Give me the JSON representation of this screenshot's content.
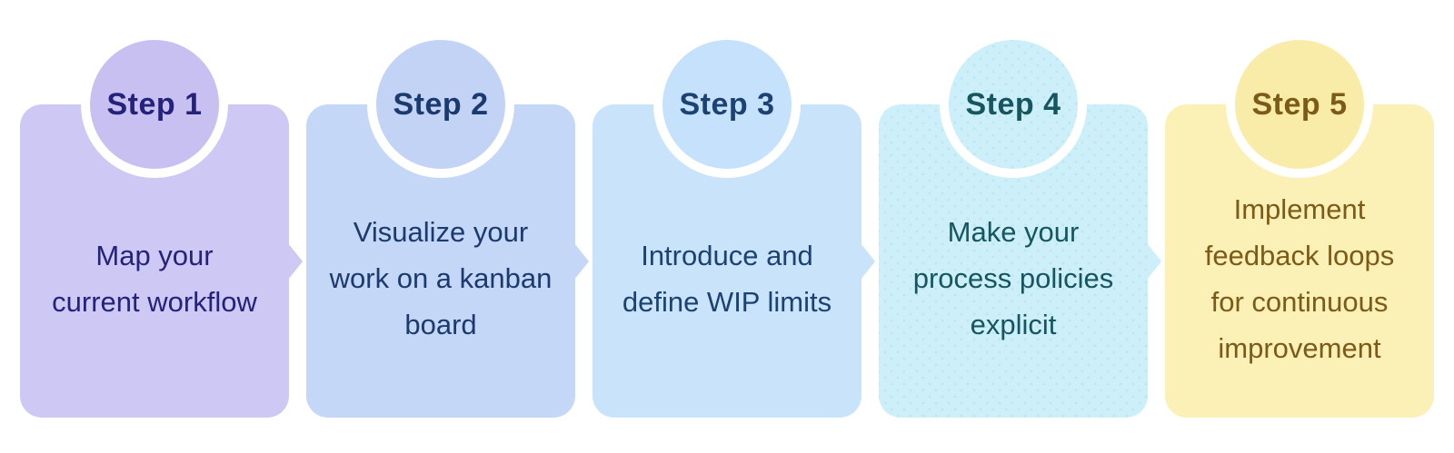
{
  "figure": {
    "type": "process-steps",
    "background_color": "#ffffff",
    "step_count": 5,
    "connector_shape": "right-arrow"
  },
  "steps": [
    {
      "title": "Step 1",
      "caption": "Map your\ncurrent workflow",
      "card_color": "#cec9f4",
      "circle_color": "#c7c0f1",
      "text_color": "#24227b",
      "textured": false
    },
    {
      "title": "Step 2",
      "caption": "Visualize your\nwork on a kanban\nboard",
      "card_color": "#c5d7f7",
      "circle_color": "#c2d3f6",
      "text_color": "#1b3a6e",
      "textured": false
    },
    {
      "title": "Step 3",
      "caption": "Introduce and\ndefine WIP limits",
      "card_color": "#c9e3fb",
      "circle_color": "#c6e1fb",
      "text_color": "#1c4273",
      "textured": false
    },
    {
      "title": "Step 4",
      "caption": "Make your\nprocess policies\nexplicit",
      "card_color": "#cdeffa",
      "circle_color": "#cdeffa",
      "dot_color": "#bde6f3",
      "text_color": "#155660",
      "textured": true
    },
    {
      "title": "Step 5",
      "caption": "Implement\nfeedback loops\nfor continuous\nimprovement",
      "card_color": "#fbf0b5",
      "circle_color": "#f8eca8",
      "text_color": "#7c5a17",
      "textured": false
    }
  ]
}
